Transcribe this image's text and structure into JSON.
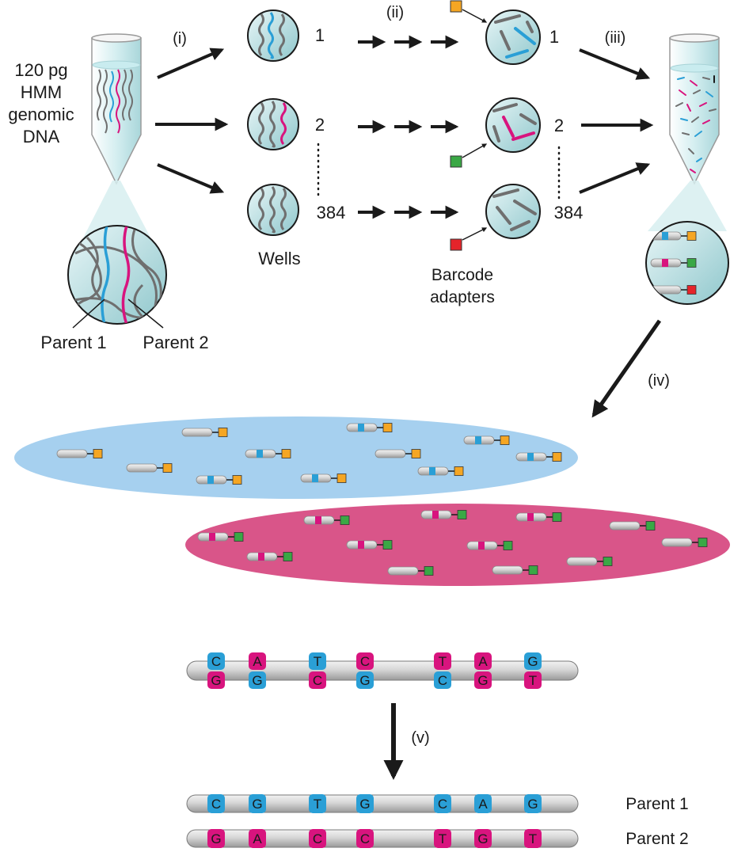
{
  "input": {
    "line1": "120 pg",
    "line2": "HMM",
    "line3": "genomic",
    "line4": "DNA"
  },
  "steps": {
    "i": "(i)",
    "ii": "(ii)",
    "iii": "(iii)",
    "iv": "(iv)",
    "v": "(v)"
  },
  "wells": {
    "label": "Wells",
    "numbers": [
      "1",
      "2",
      "384"
    ],
    "barcoded_numbers": [
      "1",
      "2",
      "384"
    ]
  },
  "barcode_adapters": {
    "line1": "Barcode",
    "line2": "adapters"
  },
  "parents": {
    "parent1": "Parent 1",
    "parent2": "Parent 2"
  },
  "alignment": {
    "top": [
      "C",
      "A",
      "T",
      "C",
      "T",
      "A",
      "G"
    ],
    "bottom": [
      "G",
      "G",
      "C",
      "G",
      "C",
      "G",
      "T"
    ]
  },
  "phased": {
    "parent1_label": "Parent 1",
    "parent2_label": "Parent 2",
    "parent1_bases": [
      "C",
      "G",
      "T",
      "G",
      "C",
      "A",
      "G"
    ],
    "parent2_bases": [
      "G",
      "A",
      "C",
      "C",
      "T",
      "G",
      "T"
    ]
  },
  "colors": {
    "parent1": "#2a9fd6",
    "parent2": "#d8147e",
    "chromatin": "#6f6f6f",
    "tag_orange": "#f5a623",
    "tag_green": "#3aa845",
    "tag_red": "#e5242a",
    "pool_blue": "#a6d0ef",
    "pool_pink": "#d95589",
    "tube_fill": "#bfe6ea"
  }
}
